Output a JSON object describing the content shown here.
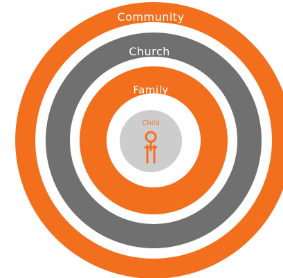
{
  "diagram": {
    "rings": [
      {
        "label": "Community",
        "color": "#f26f1e"
      },
      {
        "label": "Church",
        "color": "#707070"
      },
      {
        "label": "Family",
        "color": "#f26f1e"
      }
    ],
    "center": {
      "label": "Child",
      "color": "#cdcdcd",
      "figure_color": "#f26f1e",
      "icon": "child-figure-icon"
    },
    "gap_color": "#ffffff"
  }
}
